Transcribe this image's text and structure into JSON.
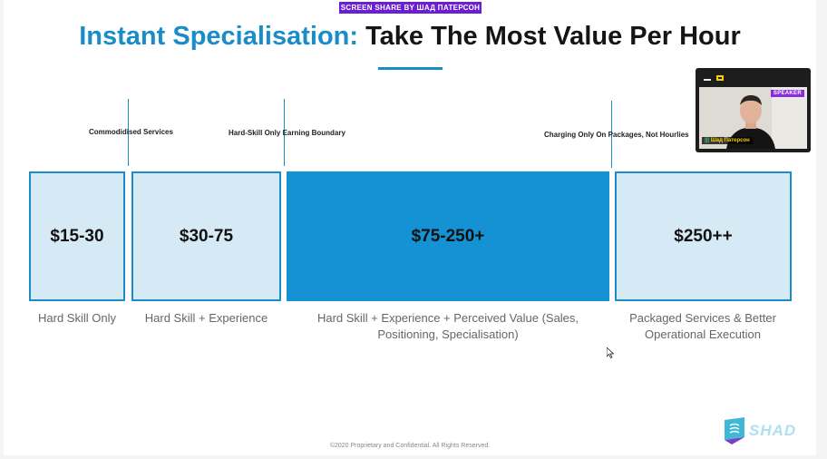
{
  "screen_share": {
    "banner": "SCREEN SHARE BY ШАД ПАТЕРСОН"
  },
  "slide": {
    "title_accent": "Instant Specialisation:",
    "title_rest": "Take The Most Value Per Hour",
    "boundaries": [
      {
        "label": "Commodidised Services"
      },
      {
        "label": "Hard-Skill Only Earning Boundary"
      },
      {
        "label": "Charging Only On Packages, Not Hourlies"
      }
    ],
    "tiers": [
      {
        "price": "$15-30",
        "caption": "Hard Skill Only"
      },
      {
        "price": "$30-75",
        "caption": "Hard Skill + Experience"
      },
      {
        "price": "$75-250+",
        "caption_line1": "Hard Skill + Experience + Perceived Value (Sales,",
        "caption_line2": "Positioning, Specialisation)"
      },
      {
        "price": "$250++",
        "caption_line1": "Packaged Services & Better",
        "caption_line2": "Operational Execution"
      }
    ],
    "footer": "©2020 Proprietary and Confidential. All Rights Reserved.",
    "logo_text": "SHAD"
  },
  "webcam": {
    "badge": "SPEAKER",
    "name": "Шад Патерсон"
  },
  "colors": {
    "accent": "#1a8cc8",
    "highlight": "#1592d4",
    "light_box": "#d6eaf6",
    "share_banner": "#6a1fd0"
  }
}
